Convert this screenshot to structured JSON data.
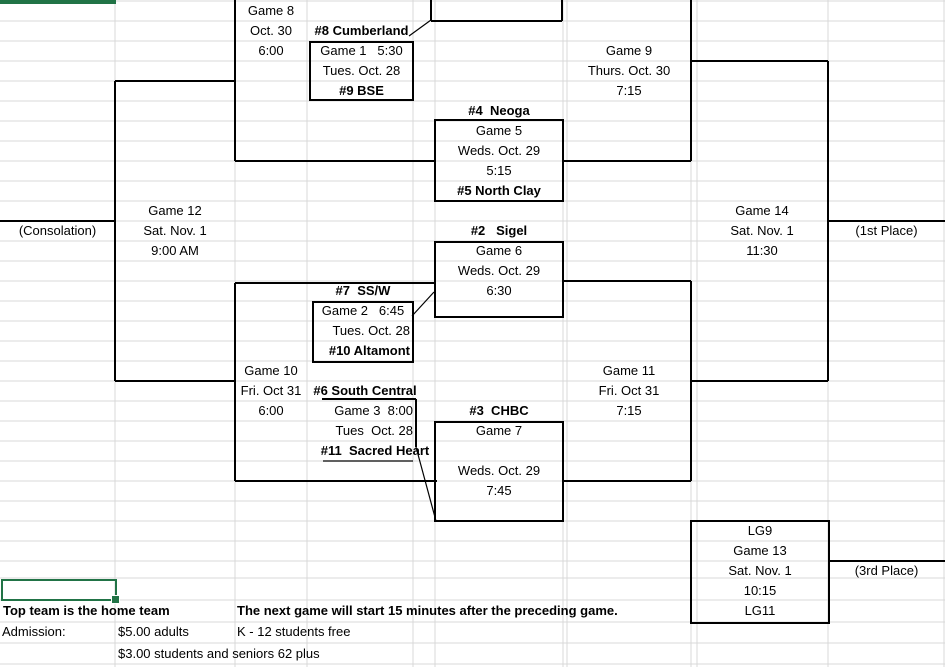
{
  "bracket": {
    "game1": {
      "top_team": "#8 Cumberland",
      "title": "Game 1   5:30",
      "date": "Tues. Oct. 28",
      "bottom_team": "#9 BSE"
    },
    "game2": {
      "top_team": "#7  SS/W",
      "title": "Game 2   6:45",
      "date": "Tues. Oct. 28",
      "bottom_team": "#10 Altamont"
    },
    "game3": {
      "top_team": "#6 South Central",
      "title": "Game 3  8:00",
      "date": "Tues  Oct. 28",
      "bottom_team": "#11  Sacred Heart"
    },
    "game5": {
      "top_team": "#4  Neoga",
      "title": "Game 5",
      "date": "Weds. Oct. 29",
      "time": "5:15",
      "bottom_team": "#5 North Clay"
    },
    "game6": {
      "top_team": "#2   Sigel",
      "title": "Game 6",
      "date": "Weds. Oct. 29",
      "time": "6:30"
    },
    "game7": {
      "top_team": "#3  CHBC",
      "title": "Game 7",
      "date": "Weds. Oct. 29",
      "time": "7:45"
    },
    "game8": {
      "title": "Game 8",
      "date": "Oct. 30",
      "time": "6:00"
    },
    "game9": {
      "title": "Game 9",
      "date": "Thurs. Oct. 30",
      "time": "7:15"
    },
    "game10": {
      "title": "Game 10",
      "date": "Fri. Oct 31",
      "time": "6:00"
    },
    "game11": {
      "title": "Game 11",
      "date": "Fri. Oct 31",
      "time": "7:15"
    },
    "game12": {
      "title": "Game 12",
      "date": "Sat. Nov. 1",
      "time": "9:00 AM",
      "result_label": "(Consolation)"
    },
    "game13": {
      "top_team": "LG9",
      "title": "Game 13",
      "date": "Sat. Nov. 1",
      "time": "10:15",
      "bottom_team": "LG11",
      "result_label": "(3rd Place)"
    },
    "game14": {
      "title": "Game 14",
      "date": "Sat. Nov. 1",
      "time": "11:30",
      "result_label": "(1st Place)"
    }
  },
  "notes": {
    "home_team": "Top team is the home team",
    "next_game": "The next game will start 15 minutes after the preceding game.",
    "admission_label": "Admission:",
    "admission_adults": "$5.00 adults",
    "admission_k12": "K - 12 students free",
    "admission_students_seniors": "$3.00 students and seniors 62 plus"
  },
  "colors": {
    "accent_green": "#217346",
    "gridline": "#d9d9d9",
    "bracket_line": "#000000"
  }
}
